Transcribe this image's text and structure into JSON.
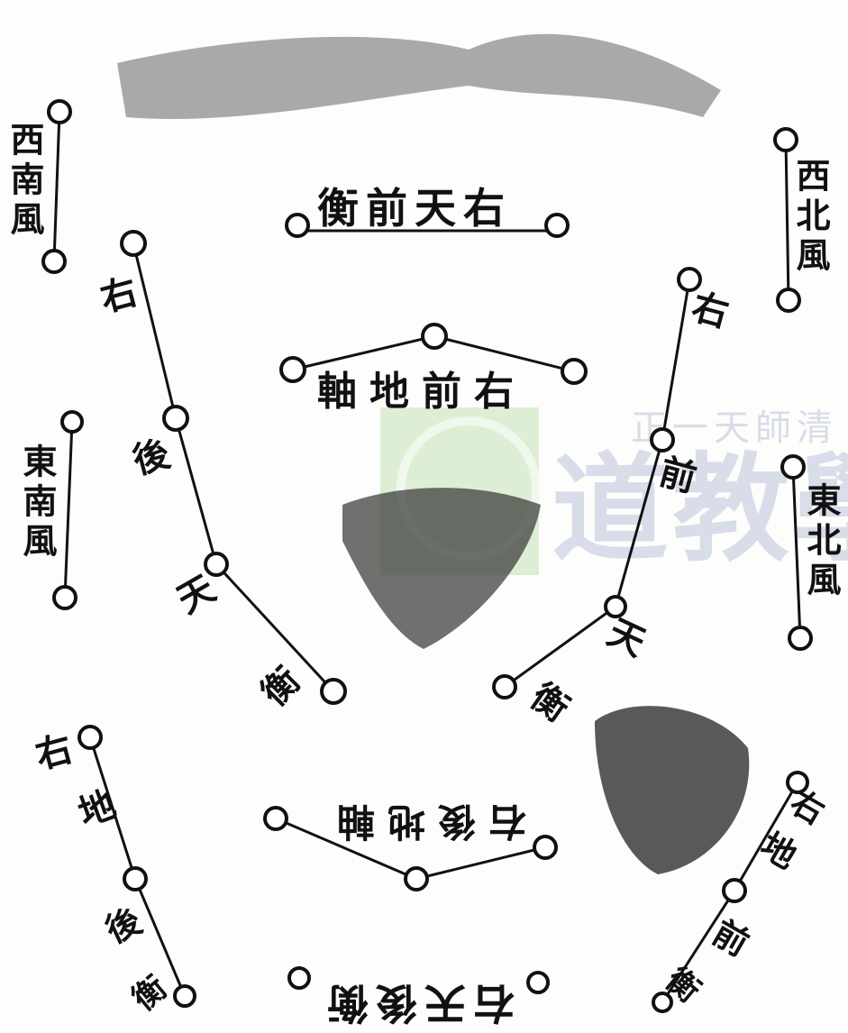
{
  "diagram": {
    "top_title": "衡前天右",
    "upper_axis": "軸地前右",
    "lower_axis": "右後地軸",
    "bottom_title": "右天後衡",
    "winds": {
      "southwest": "西南風",
      "southeast": "東南風",
      "northwest": "西北風",
      "northeast": "東北風"
    },
    "chains": {
      "left_upper": [
        "右",
        "後",
        "天",
        "衡"
      ],
      "right_upper": [
        "右",
        "前",
        "天",
        "衡"
      ],
      "left_lower": [
        "右",
        "地",
        "後",
        "衡"
      ],
      "right_lower": [
        "右",
        "地",
        "前",
        "衡"
      ]
    }
  },
  "watermark": {
    "text_small": "正一天師清",
    "text_large": "道教學"
  },
  "colors": {
    "ink": "#111111",
    "background": "#fdfdfb",
    "watermark_green": "#9fd08a",
    "watermark_blue": "#aab0d8"
  }
}
